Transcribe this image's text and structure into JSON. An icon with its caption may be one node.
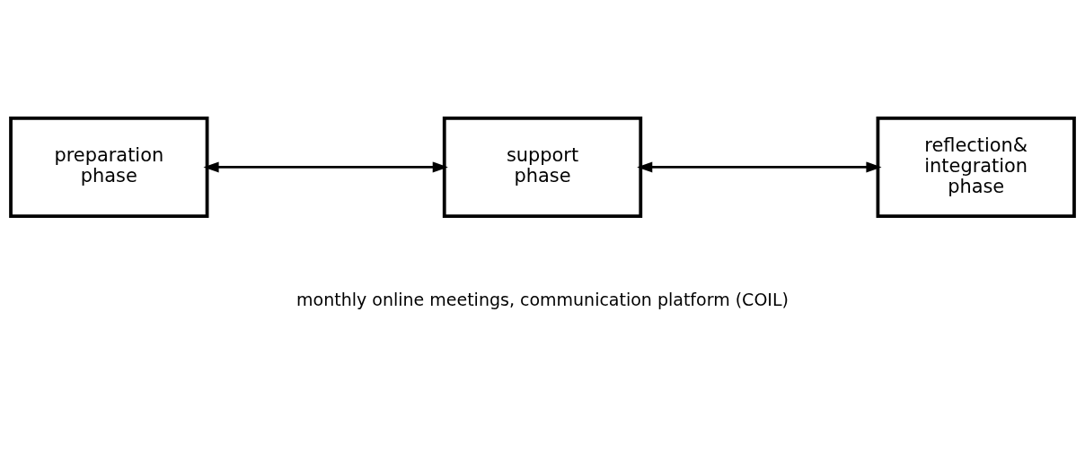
{
  "diagram": {
    "nodes": [
      {
        "text": [
          "preparation phase"
        ]
      },
      {
        "text": [
          "support phase"
        ]
      },
      {
        "text": [
          "reflection& integration phase"
        ]
      }
    ],
    "edges": [
      {
        "from": 0,
        "to": 1,
        "arrow": "both"
      },
      {
        "from": 1,
        "to": 2,
        "arrow": "both"
      }
    ],
    "labels": [
      "monthly online meetings, communication platform (COIL)"
    ]
  }
}
